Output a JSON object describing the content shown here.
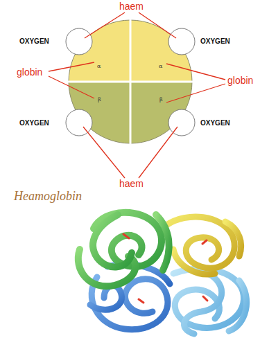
{
  "diagram": {
    "caption": "Heamoglobin",
    "labels": [
      "haem",
      "OXYGEN",
      "OXYGEN",
      "α",
      "α",
      "globin",
      "globin",
      "β",
      "β",
      "OXYGEN",
      "OXYGEN",
      "haem"
    ]
  }
}
